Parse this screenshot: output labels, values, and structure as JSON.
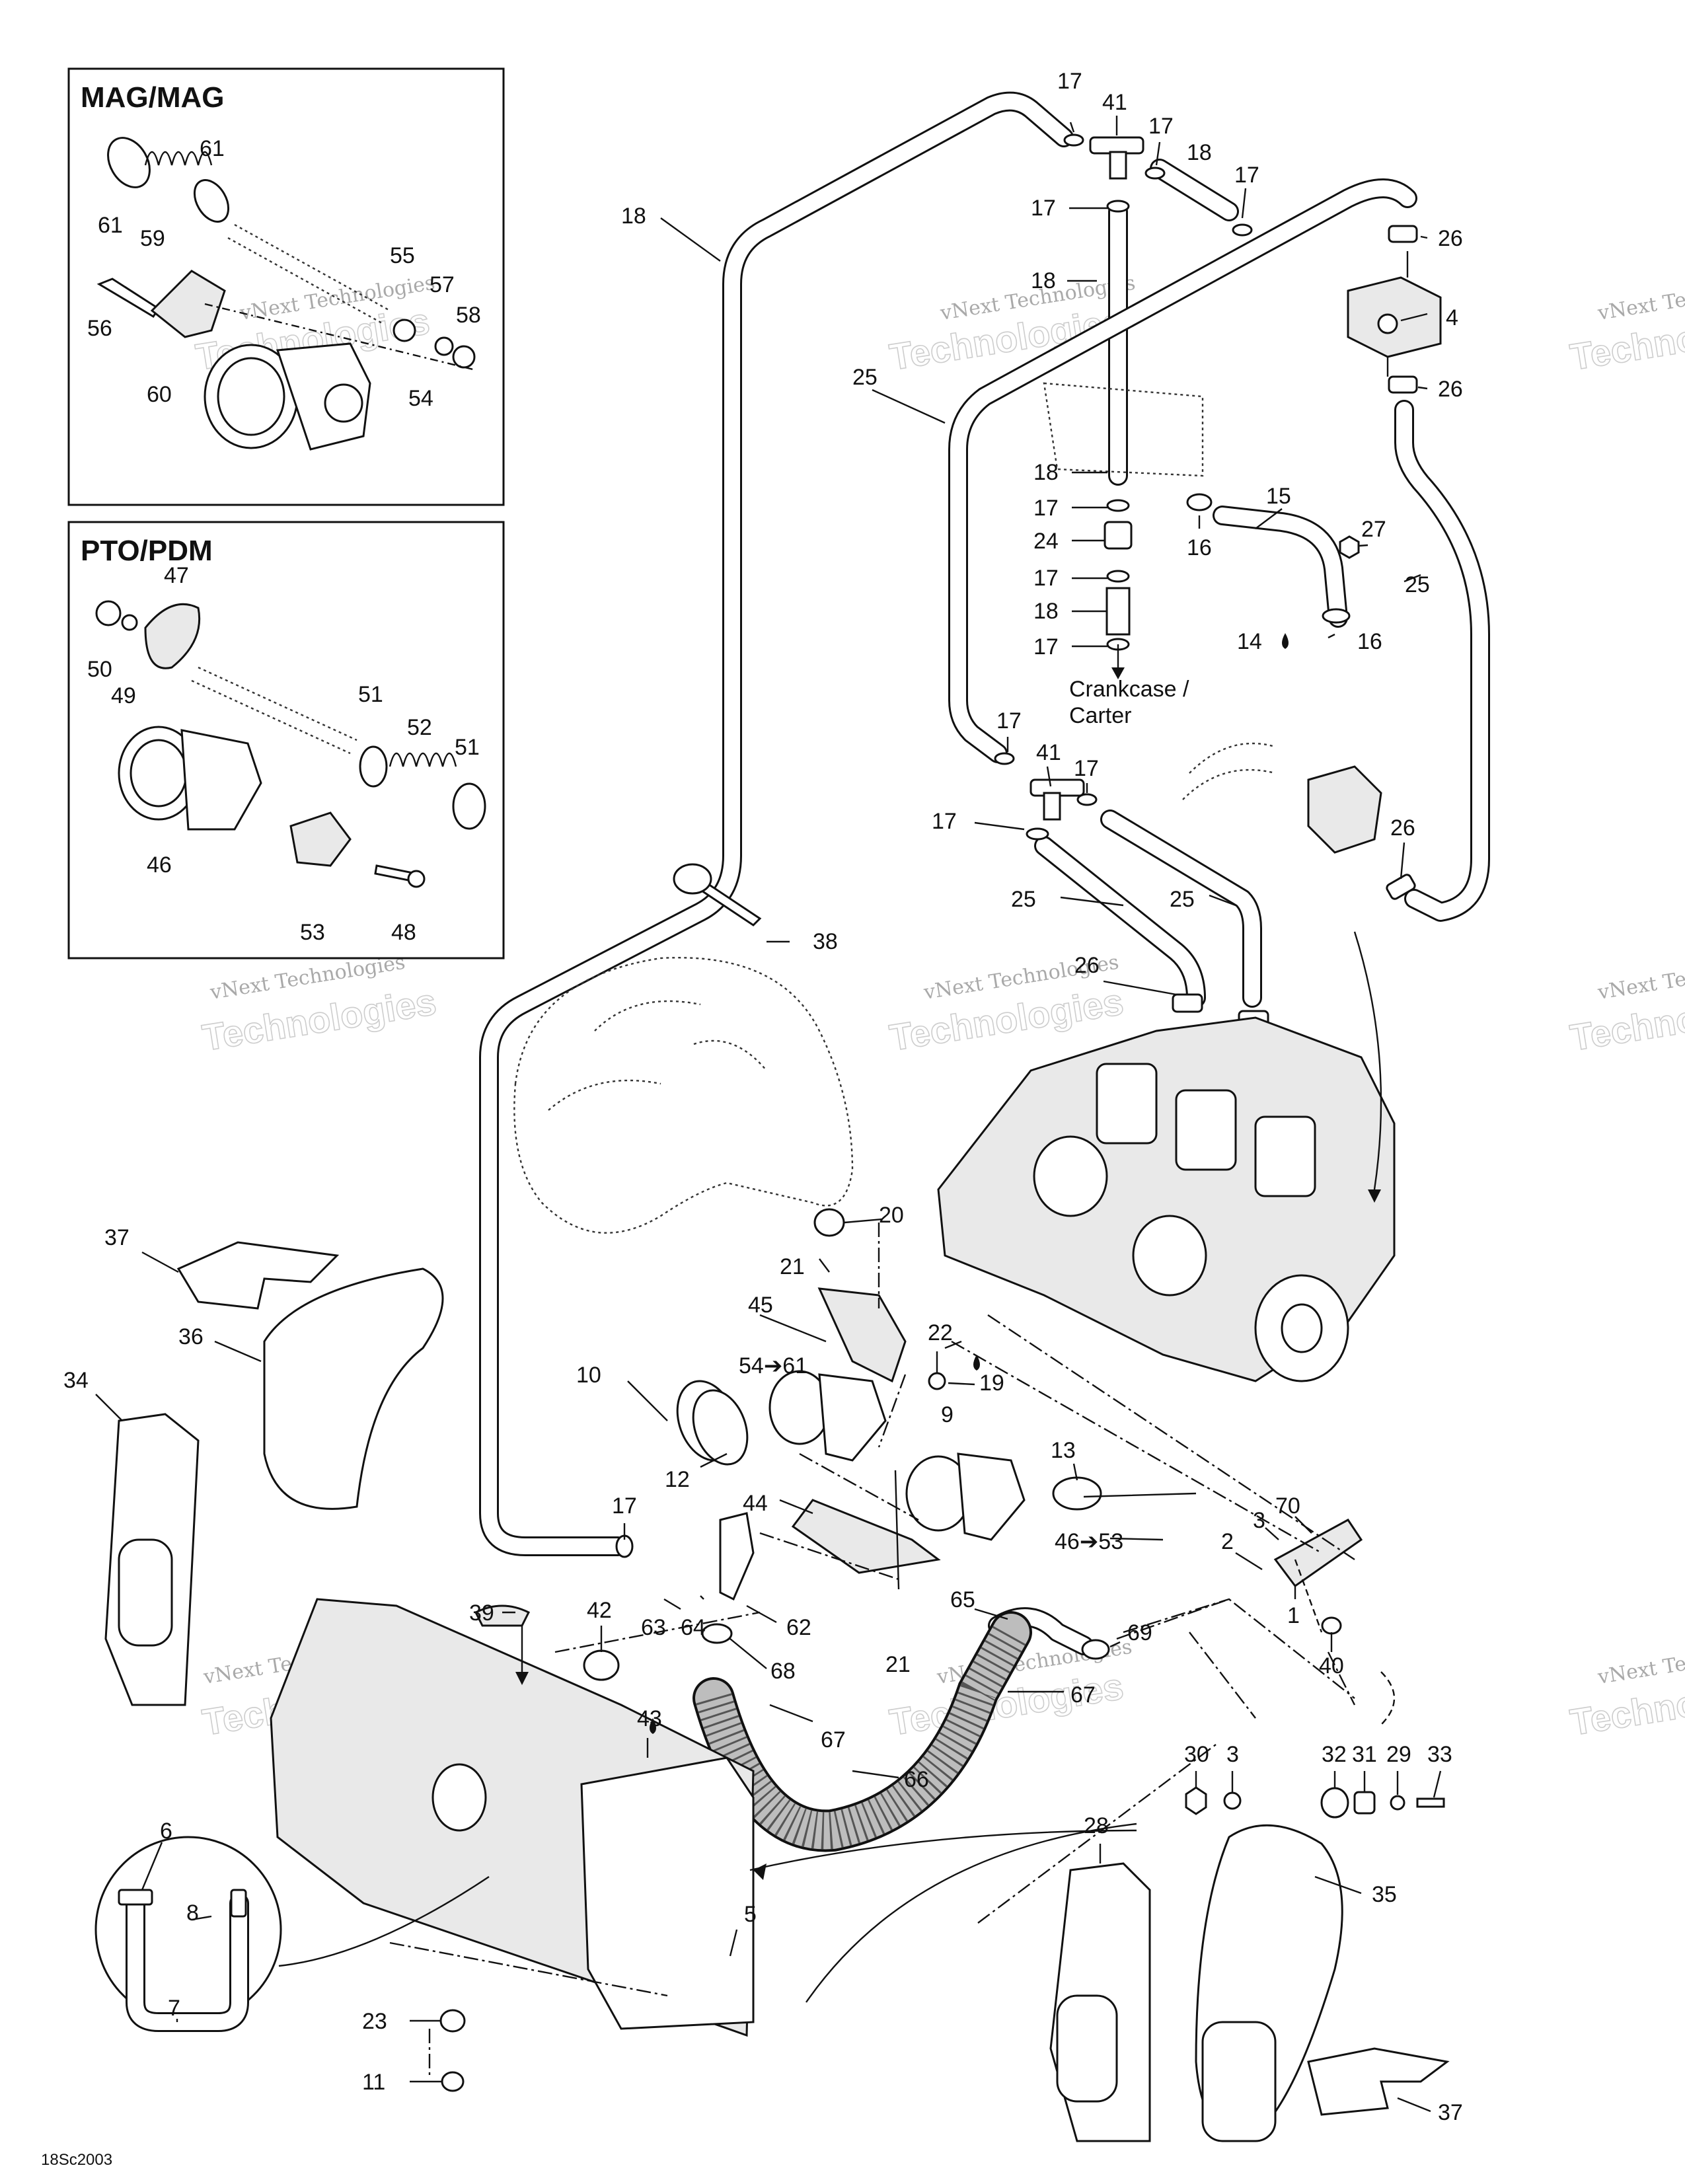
{
  "insets": [
    {
      "title": "MAG/MAG"
    },
    {
      "title": "PTO/PDM"
    }
  ],
  "notes": {
    "crankcase": "Crankcase /",
    "carter": "Carter"
  },
  "figure_code": "18Sc2003",
  "watermark": {
    "line1": "vNext Technologies",
    "line2": "Technologies"
  },
  "callouts": [
    {
      "id": "c-61a",
      "text": "61"
    },
    {
      "id": "c-61b",
      "text": "61"
    },
    {
      "id": "c-59",
      "text": "59"
    },
    {
      "id": "c-55",
      "text": "55"
    },
    {
      "id": "c-57",
      "text": "57"
    },
    {
      "id": "c-58",
      "text": "58"
    },
    {
      "id": "c-56",
      "text": "56"
    },
    {
      "id": "c-60",
      "text": "60"
    },
    {
      "id": "c-54",
      "text": "54"
    },
    {
      "id": "c-47",
      "text": "47"
    },
    {
      "id": "c-50",
      "text": "50"
    },
    {
      "id": "c-49",
      "text": "49"
    },
    {
      "id": "c-51a",
      "text": "51"
    },
    {
      "id": "c-52",
      "text": "52"
    },
    {
      "id": "c-51b",
      "text": "51"
    },
    {
      "id": "c-46",
      "text": "46"
    },
    {
      "id": "c-53",
      "text": "53"
    },
    {
      "id": "c-48",
      "text": "48"
    },
    {
      "id": "c-18a",
      "text": "18"
    },
    {
      "id": "c-17a",
      "text": "17"
    },
    {
      "id": "c-41a",
      "text": "41"
    },
    {
      "id": "c-17b",
      "text": "17"
    },
    {
      "id": "c-18b",
      "text": "18"
    },
    {
      "id": "c-17c",
      "text": "17"
    },
    {
      "id": "c-17d",
      "text": "17"
    },
    {
      "id": "c-18c",
      "text": "18"
    },
    {
      "id": "c-26a",
      "text": "26"
    },
    {
      "id": "c-4",
      "text": "4"
    },
    {
      "id": "c-26b",
      "text": "26"
    },
    {
      "id": "c-25a",
      "text": "25"
    },
    {
      "id": "c-18d",
      "text": "18"
    },
    {
      "id": "c-17e",
      "text": "17"
    },
    {
      "id": "c-24",
      "text": "24"
    },
    {
      "id": "c-17f",
      "text": "17"
    },
    {
      "id": "c-18e",
      "text": "18"
    },
    {
      "id": "c-17g",
      "text": "17"
    },
    {
      "id": "c-15",
      "text": "15"
    },
    {
      "id": "c-16a",
      "text": "16"
    },
    {
      "id": "c-27",
      "text": "27"
    },
    {
      "id": "c-25b",
      "text": "25"
    },
    {
      "id": "c-14",
      "text": "14"
    },
    {
      "id": "c-16b",
      "text": "16"
    },
    {
      "id": "c-17h",
      "text": "17"
    },
    {
      "id": "c-41b",
      "text": "41"
    },
    {
      "id": "c-17i",
      "text": "17"
    },
    {
      "id": "c-17j",
      "text": "17"
    },
    {
      "id": "c-26c",
      "text": "26"
    },
    {
      "id": "c-25c",
      "text": "25"
    },
    {
      "id": "c-25d",
      "text": "25"
    },
    {
      "id": "c-38",
      "text": "38"
    },
    {
      "id": "c-26d",
      "text": "26"
    },
    {
      "id": "c-20",
      "text": "20"
    },
    {
      "id": "c-37a",
      "text": "37"
    },
    {
      "id": "c-36",
      "text": "36"
    },
    {
      "id": "c-34",
      "text": "34"
    },
    {
      "id": "c-21a",
      "text": "21"
    },
    {
      "id": "c-45",
      "text": "45"
    },
    {
      "id": "c-22",
      "text": "22"
    },
    {
      "id": "c-54-61",
      "text": "54➔61"
    },
    {
      "id": "c-19",
      "text": "19"
    },
    {
      "id": "c-9",
      "text": "9"
    },
    {
      "id": "c-10",
      "text": "10"
    },
    {
      "id": "c-12",
      "text": "12"
    },
    {
      "id": "c-13",
      "text": "13"
    },
    {
      "id": "c-17k",
      "text": "17"
    },
    {
      "id": "c-44",
      "text": "44"
    },
    {
      "id": "c-70",
      "text": "70"
    },
    {
      "id": "c-3a",
      "text": "3"
    },
    {
      "id": "c-2",
      "text": "2"
    },
    {
      "id": "c-46-53",
      "text": "46➔53"
    },
    {
      "id": "c-1",
      "text": "1"
    },
    {
      "id": "c-40",
      "text": "40"
    },
    {
      "id": "c-39",
      "text": "39"
    },
    {
      "id": "c-42",
      "text": "42"
    },
    {
      "id": "c-63",
      "text": "63"
    },
    {
      "id": "c-64",
      "text": "64"
    },
    {
      "id": "c-62",
      "text": "62"
    },
    {
      "id": "c-65",
      "text": "65"
    },
    {
      "id": "c-69",
      "text": "69"
    },
    {
      "id": "c-68",
      "text": "68"
    },
    {
      "id": "c-21b",
      "text": "21"
    },
    {
      "id": "c-67a",
      "text": "67"
    },
    {
      "id": "c-43",
      "text": "43"
    },
    {
      "id": "c-67b",
      "text": "67"
    },
    {
      "id": "c-66",
      "text": "66"
    },
    {
      "id": "c-30",
      "text": "30"
    },
    {
      "id": "c-3b",
      "text": "3"
    },
    {
      "id": "c-32",
      "text": "32"
    },
    {
      "id": "c-31",
      "text": "31"
    },
    {
      "id": "c-29",
      "text": "29"
    },
    {
      "id": "c-33",
      "text": "33"
    },
    {
      "id": "c-28",
      "text": "28"
    },
    {
      "id": "c-35",
      "text": "35"
    },
    {
      "id": "c-6",
      "text": "6"
    },
    {
      "id": "c-8",
      "text": "8"
    },
    {
      "id": "c-7",
      "text": "7"
    },
    {
      "id": "c-5",
      "text": "5"
    },
    {
      "id": "c-23",
      "text": "23"
    },
    {
      "id": "c-11",
      "text": "11"
    },
    {
      "id": "c-37b",
      "text": "37"
    }
  ]
}
